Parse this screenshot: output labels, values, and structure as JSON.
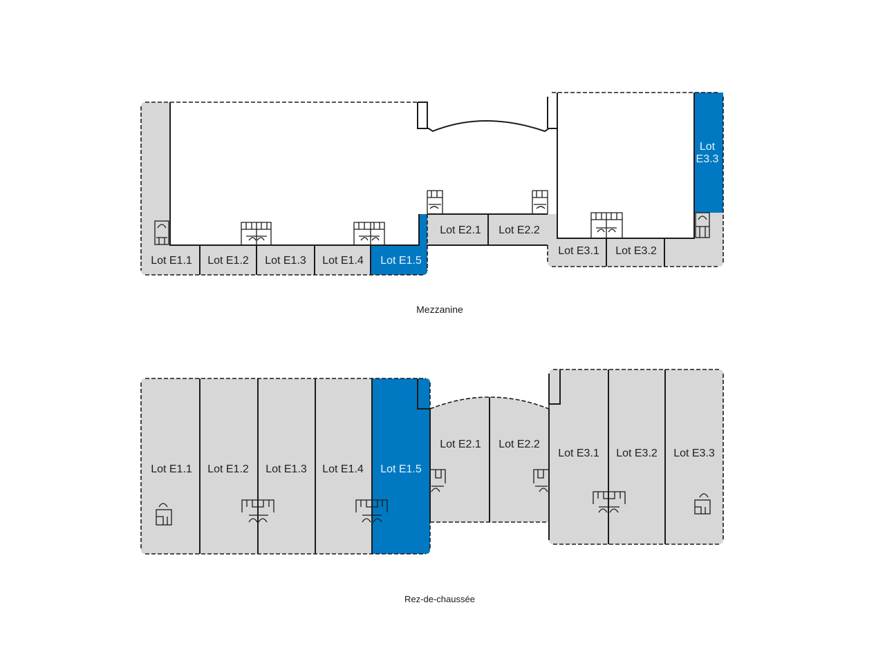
{
  "colors": {
    "lot_fill": "#d7d7d8",
    "highlight_fill": "#0079c2",
    "wall": "#1a1a1a",
    "background": "#ffffff"
  },
  "mezzanine": {
    "title": "Mezzanine",
    "lots": [
      {
        "id": "E1.1",
        "label": "Lot E1.1",
        "highlighted": false
      },
      {
        "id": "E1.2",
        "label": "Lot E1.2",
        "highlighted": false
      },
      {
        "id": "E1.3",
        "label": "Lot E1.3",
        "highlighted": false
      },
      {
        "id": "E1.4",
        "label": "Lot E1.4",
        "highlighted": false
      },
      {
        "id": "E1.5",
        "label": "Lot E1.5",
        "highlighted": true
      },
      {
        "id": "E2.1",
        "label": "Lot E2.1",
        "highlighted": false
      },
      {
        "id": "E2.2",
        "label": "Lot E2.2",
        "highlighted": false
      },
      {
        "id": "E3.1",
        "label": "Lot E3.1",
        "highlighted": false
      },
      {
        "id": "E3.2",
        "label": "Lot E3.2",
        "highlighted": false
      },
      {
        "id": "E3.3",
        "label": "Lot E3.3",
        "label_line1": "Lot",
        "label_line2": "E3.3",
        "highlighted": true
      }
    ]
  },
  "ground_floor": {
    "title": "Rez-de-chaussée",
    "lots": [
      {
        "id": "E1.1",
        "label": "Lot E1.1",
        "highlighted": false
      },
      {
        "id": "E1.2",
        "label": "Lot E1.2",
        "highlighted": false
      },
      {
        "id": "E1.3",
        "label": "Lot E1.3",
        "highlighted": false
      },
      {
        "id": "E1.4",
        "label": "Lot E1.4",
        "highlighted": false
      },
      {
        "id": "E1.5",
        "label": "Lot E1.5",
        "highlighted": true
      },
      {
        "id": "E2.1",
        "label": "Lot E2.1",
        "highlighted": false
      },
      {
        "id": "E2.2",
        "label": "Lot E2.2",
        "highlighted": false
      },
      {
        "id": "E3.1",
        "label": "Lot E3.1",
        "highlighted": false
      },
      {
        "id": "E3.2",
        "label": "Lot E3.2",
        "highlighted": false
      },
      {
        "id": "E3.3",
        "label": "Lot E3.3",
        "highlighted": false
      }
    ]
  },
  "icons": {
    "stairs": "stairs-icon",
    "toilets": "toilets-icon",
    "door_swing": "door-swing-icon"
  }
}
